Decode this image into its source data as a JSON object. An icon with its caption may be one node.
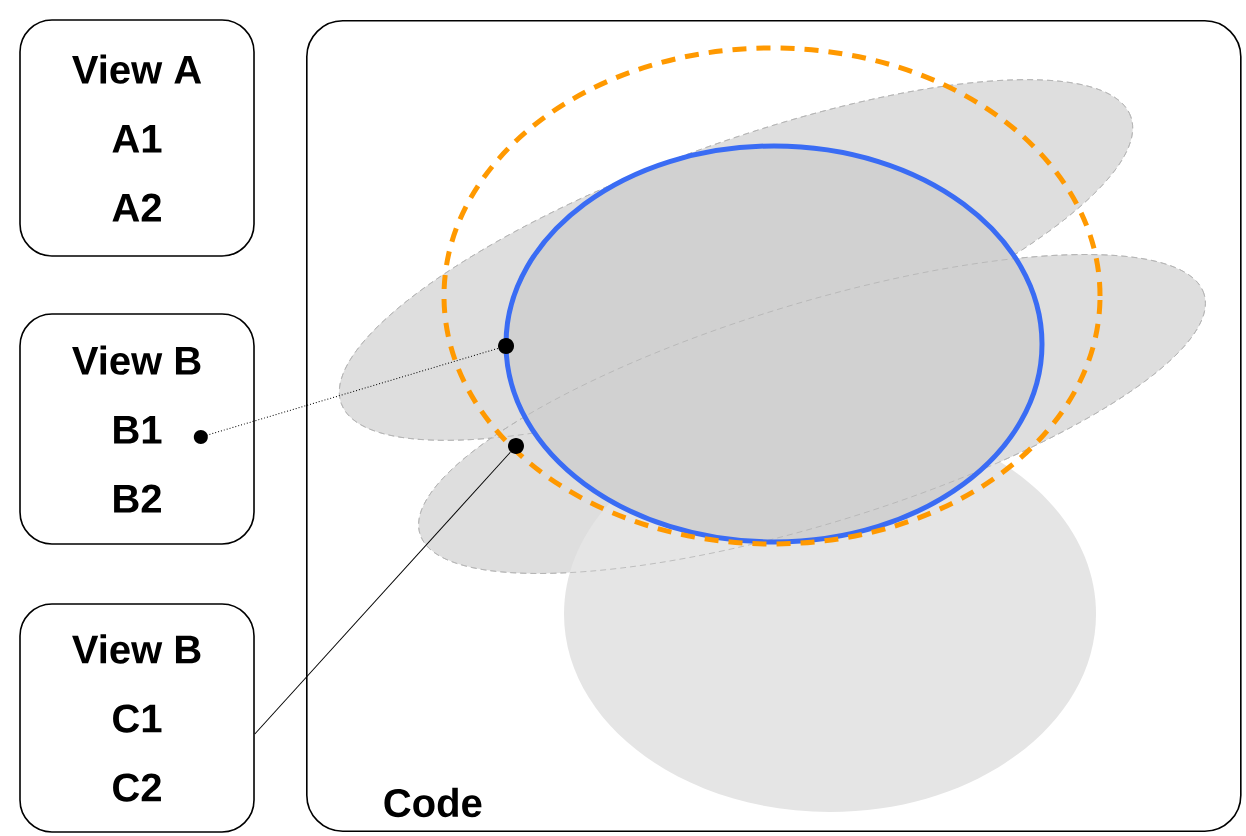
{
  "diagram": {
    "nodes": [
      {
        "text": [
          "View A",
          "A1",
          "A2"
        ]
      },
      {
        "text": [
          "View B",
          "B1",
          "B2"
        ]
      },
      {
        "text": [
          "View B",
          "C1",
          "C2"
        ]
      },
      {
        "text": [
          "Code"
        ]
      },
      {
        "text": [],
        "shape": "circle",
        "in": 3
      },
      {
        "text": [],
        "shape": "circle",
        "in": 3
      }
    ],
    "edges": [
      {
        "from": 1,
        "to": 4,
        "arrow": "other",
        "style": "dashed"
      },
      {
        "from": 2,
        "to": 5,
        "arrow": "none"
      }
    ]
  }
}
